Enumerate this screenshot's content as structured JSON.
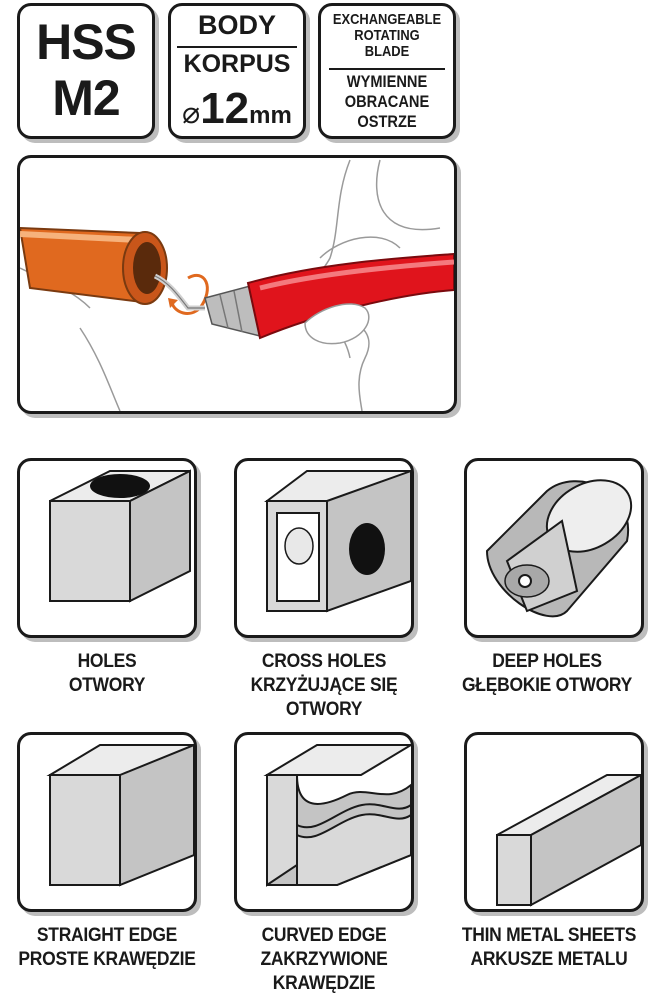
{
  "badges": {
    "material": {
      "line1": "HSS",
      "line2": "M2"
    },
    "body": {
      "line1": "BODY",
      "line2": "KORPUS",
      "symbol": "⌀",
      "value": "12",
      "unit": "mm"
    },
    "blade": {
      "en": [
        "EXCHANGEABLE",
        "ROTATING",
        "BLADE"
      ],
      "pl": [
        "WYMIENNE",
        "OBRACANE",
        "OSTRZE"
      ]
    }
  },
  "applications": [
    {
      "en": "HOLES",
      "pl": [
        "OTWORY"
      ]
    },
    {
      "en": "CROSS HOLES",
      "pl": [
        "KRZYŻUJĄCE SIĘ",
        "OTWORY"
      ]
    },
    {
      "en": "DEEP HOLES",
      "pl": [
        "GŁĘBOKIE OTWORY"
      ]
    },
    {
      "en": "STRAIGHT EDGE",
      "pl": [
        "PROSTE KRAWĘDZIE"
      ]
    },
    {
      "en": "CURVED EDGE",
      "pl": [
        "ZAKRZYWIONE",
        "KRAWĘDZIE"
      ]
    },
    {
      "en": "THIN METAL SHEETS",
      "pl": [
        "ARKUSZE METALU"
      ]
    }
  ],
  "colors": {
    "tube": "#e0691f",
    "handle": "#e0141c",
    "block_front": "#d9d9d9",
    "block_top": "#ececec",
    "block_side": "#c4c4c4"
  }
}
